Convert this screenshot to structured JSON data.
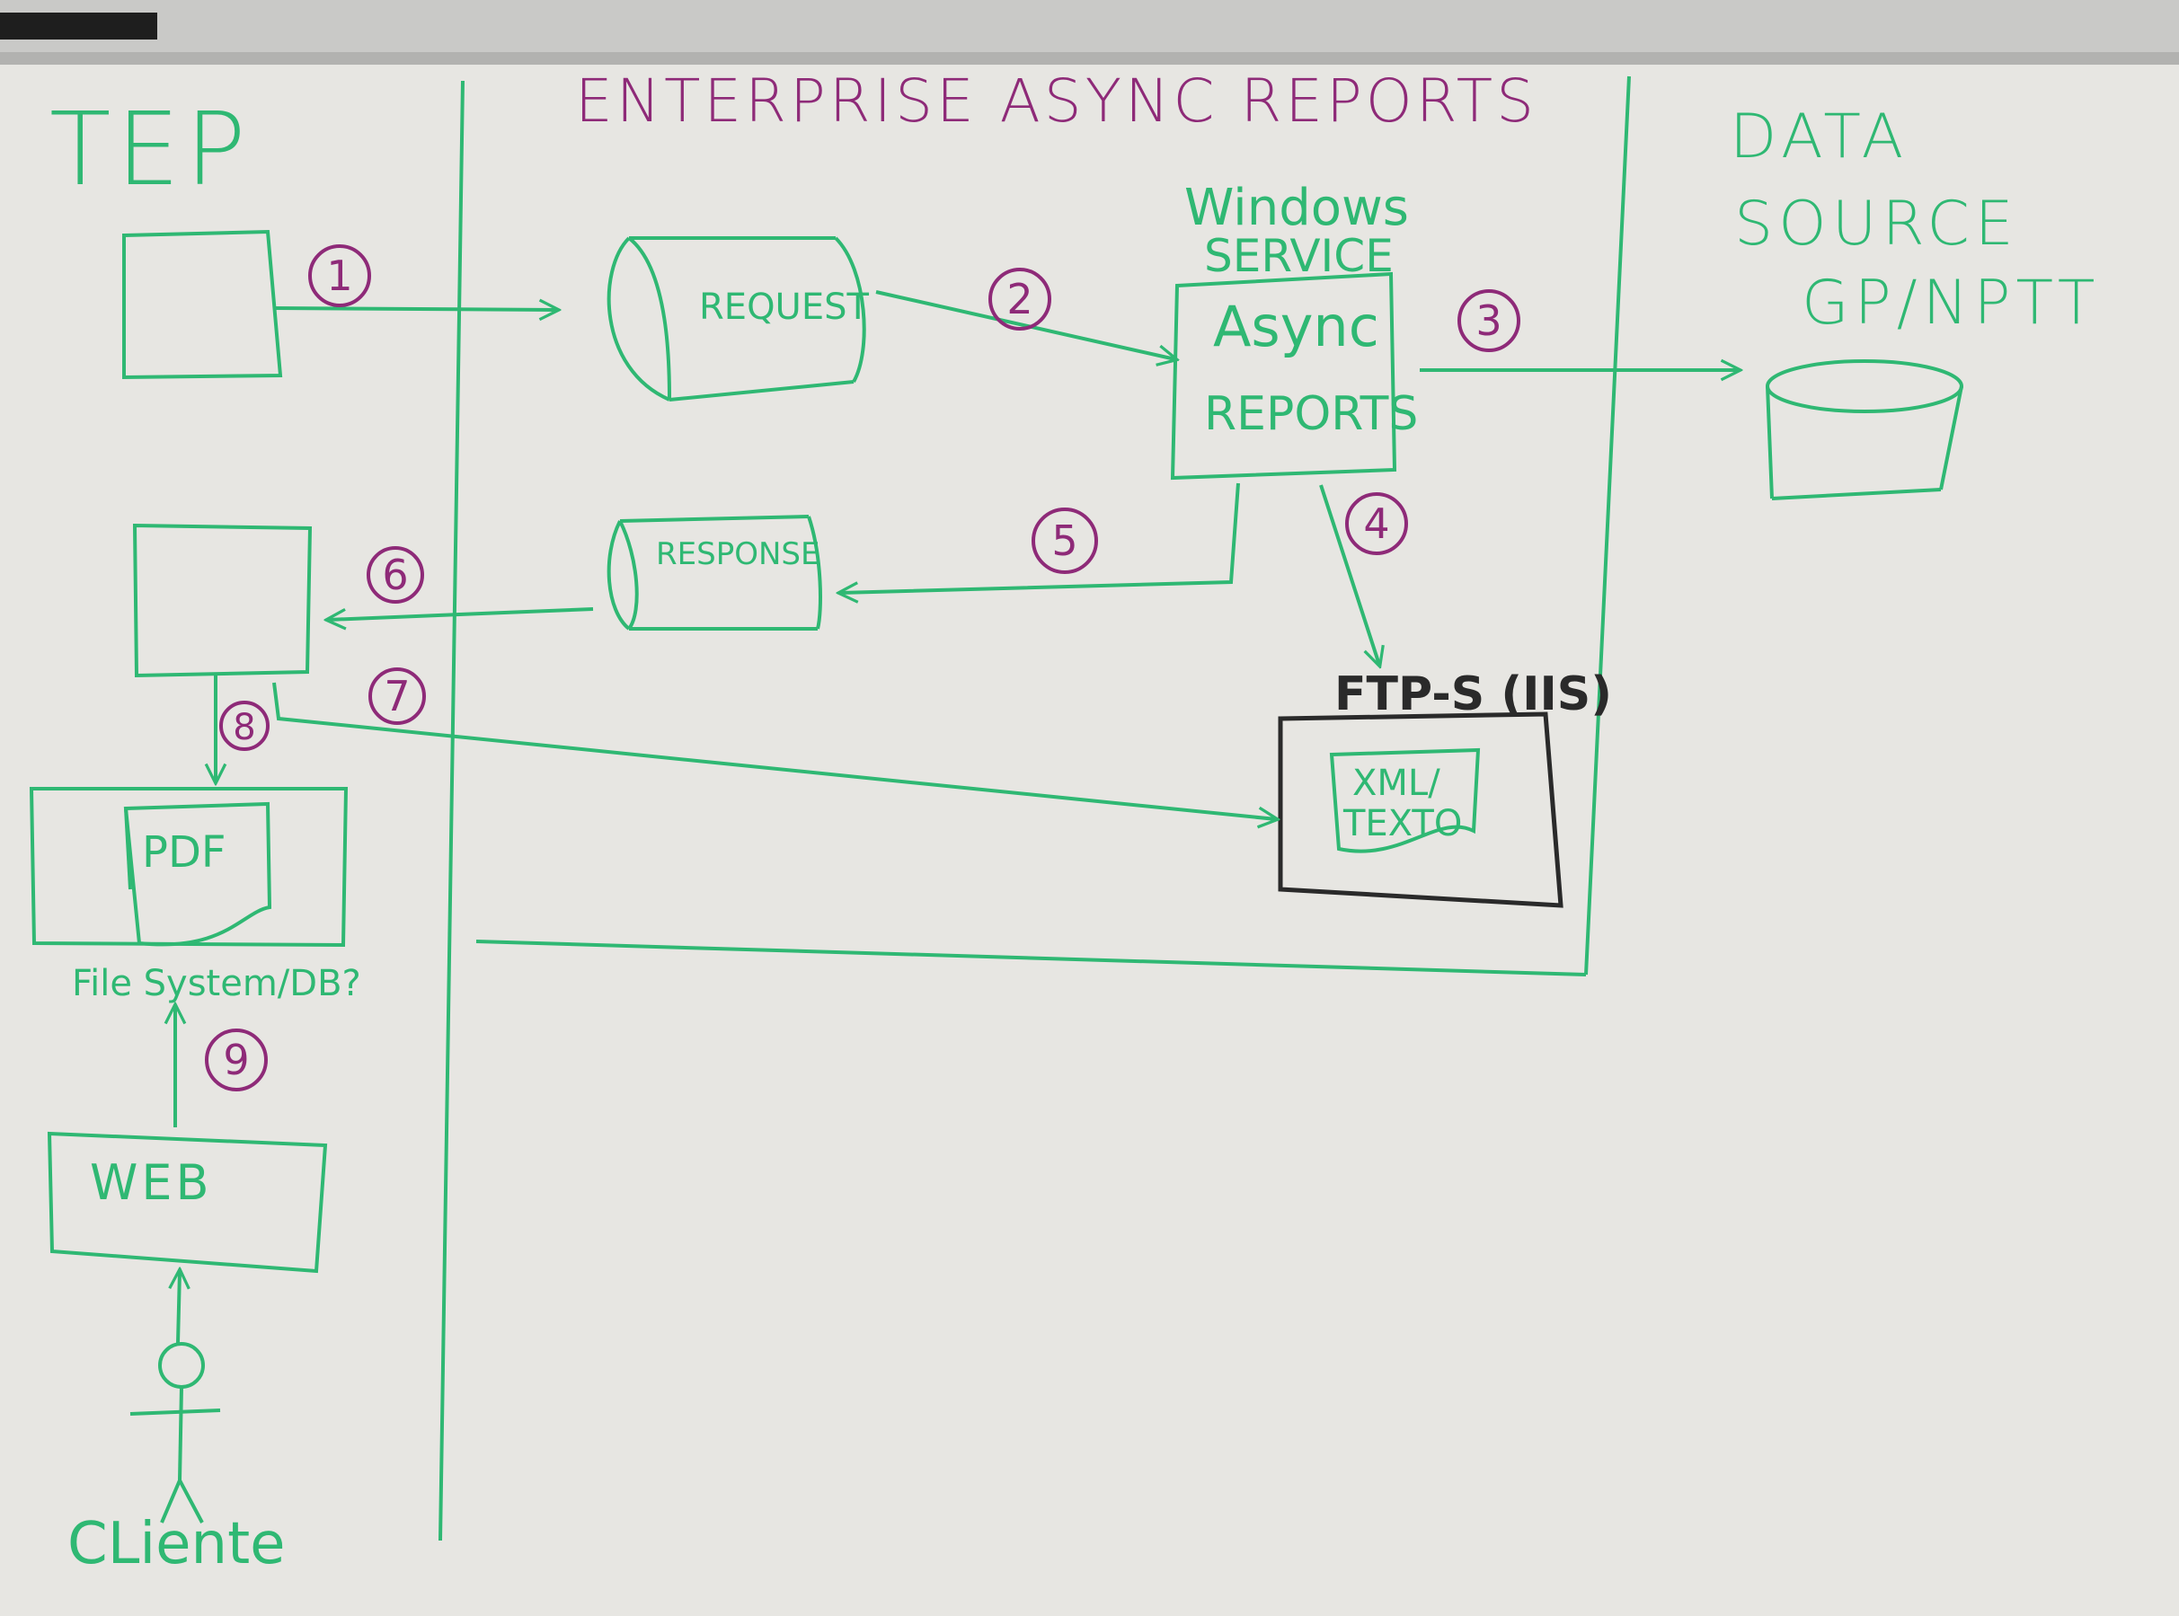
{
  "colors": {
    "ink_green": "#2fb873",
    "ink_purple": "#8e2a78",
    "ink_black": "#2a2a2a",
    "board": "#e7e6e2",
    "frame": "#bdbdbb"
  },
  "lanes": {
    "tep": "TEP",
    "enterprise": "ENTERPRISE ASYNC REPORTS",
    "data_source": [
      "DATA",
      "SOURCE",
      "GP/NPTT"
    ]
  },
  "nodes": {
    "windows_service_label": [
      "Windows",
      "SERVICE"
    ],
    "async_reports": [
      "Async",
      "REPORTS"
    ],
    "request_queue": "REQUEST",
    "response_queue": "RESPONSE",
    "ftps_title": "FTP-S (IIS)",
    "xml_file": [
      "XML/",
      "TEXTO"
    ],
    "pdf_file": "PDF",
    "storage_label": "File System/DB?",
    "web_box": "WEB",
    "actor": "CLiente"
  },
  "steps": [
    "1",
    "2",
    "3",
    "4",
    "5",
    "6",
    "7",
    "8",
    "9"
  ]
}
